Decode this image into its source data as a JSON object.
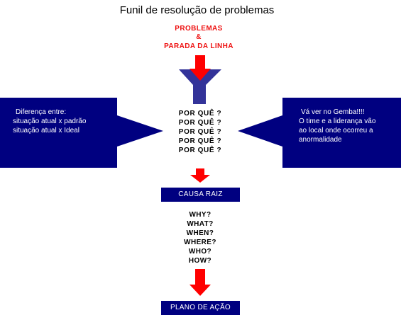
{
  "title": "Funil de resolução de problemas",
  "problem": {
    "line1": "PROBLEMAS",
    "line2": "&",
    "line3": "PARADA DA LINHA"
  },
  "whys": [
    "POR QUÊ ?",
    "POR QUÊ ?",
    "POR QUÊ ?",
    "POR QUÊ ?",
    "POR QUÊ ?"
  ],
  "left_arrow": {
    "lines": [
      "Diferença entre:",
      "situação atual x padrão",
      "situação atual x Ideal"
    ]
  },
  "right_arrow": {
    "lines": [
      "Vá ver no Gemba!!!!",
      "O time e a liderança vão",
      "ao local onde ocorreu a",
      "anormalidade"
    ]
  },
  "root_cause": "CAUSA RAIZ",
  "questions": [
    "WHY?",
    "WHAT?",
    "WHEN?",
    "WHERE?",
    "WHO?",
    "HOW?"
  ],
  "action_plan": "PLANO DE AÇÃO",
  "colors": {
    "navy": "#000080",
    "funnel": "#333399",
    "red": "#ff0000"
  }
}
